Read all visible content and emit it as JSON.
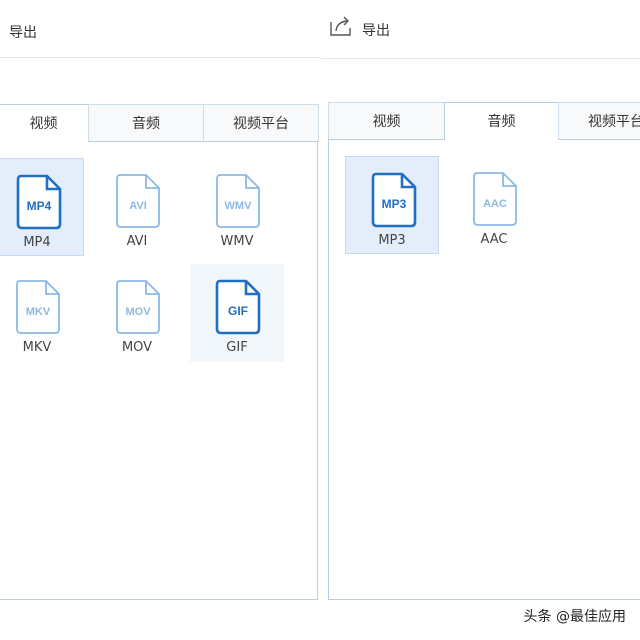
{
  "left_panel": {
    "header": {
      "title": "导出"
    },
    "tabs": [
      "视频",
      "音频",
      "视频平台"
    ],
    "active_tab": "视频",
    "formats": [
      {
        "label": "MP4",
        "icon_text": "MP4",
        "state": "selected"
      },
      {
        "label": "AVI",
        "icon_text": "AVI",
        "state": "normal"
      },
      {
        "label": "WMV",
        "icon_text": "WMV",
        "state": "normal"
      },
      {
        "label": "MKV",
        "icon_text": "MKV",
        "state": "normal"
      },
      {
        "label": "MOV",
        "icon_text": "MOV",
        "state": "normal"
      },
      {
        "label": "GIF",
        "icon_text": "GIF",
        "state": "hover"
      }
    ]
  },
  "right_panel": {
    "header": {
      "title": "导出",
      "icon": "export-arrow-icon"
    },
    "tabs": [
      "视频",
      "音频",
      "视频平台"
    ],
    "active_tab": "音频",
    "formats": [
      {
        "label": "MP3",
        "icon_text": "MP3",
        "state": "selected"
      },
      {
        "label": "AAC",
        "icon_text": "AAC",
        "state": "normal"
      }
    ]
  },
  "watermark": "头条 @最佳应用",
  "colors": {
    "active_blue": "#1f6fc4",
    "inactive_blue": "#8cb9e3",
    "selected_bg": "#e3eefa",
    "border": "#b8cde2"
  }
}
